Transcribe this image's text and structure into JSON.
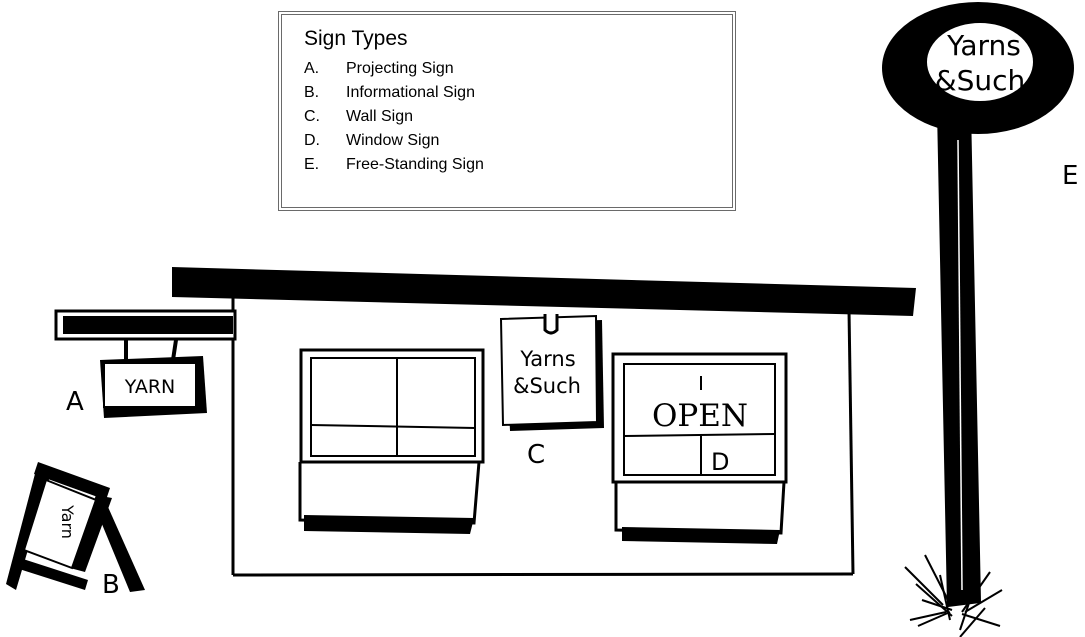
{
  "legend": {
    "title": "Sign Types",
    "items": [
      {
        "letter": "A.",
        "label": "Projecting Sign"
      },
      {
        "letter": "B.",
        "label": "Informational Sign"
      },
      {
        "letter": "C.",
        "label": "Wall Sign"
      },
      {
        "letter": "D.",
        "label": "Window Sign"
      },
      {
        "letter": "E.",
        "label": "Free-Standing Sign"
      }
    ]
  },
  "markers": {
    "a": "A",
    "b": "B",
    "c": "C",
    "d": "D",
    "e": "E"
  },
  "signs": {
    "projecting_text": "YARN",
    "sandwich_board_text": "Yarn",
    "wall_sign_line1": "Yarns",
    "wall_sign_line2": "&Such",
    "window_sign_text": "OPEN",
    "freestanding_line1": "Yarns",
    "freestanding_line2": "&Such"
  }
}
